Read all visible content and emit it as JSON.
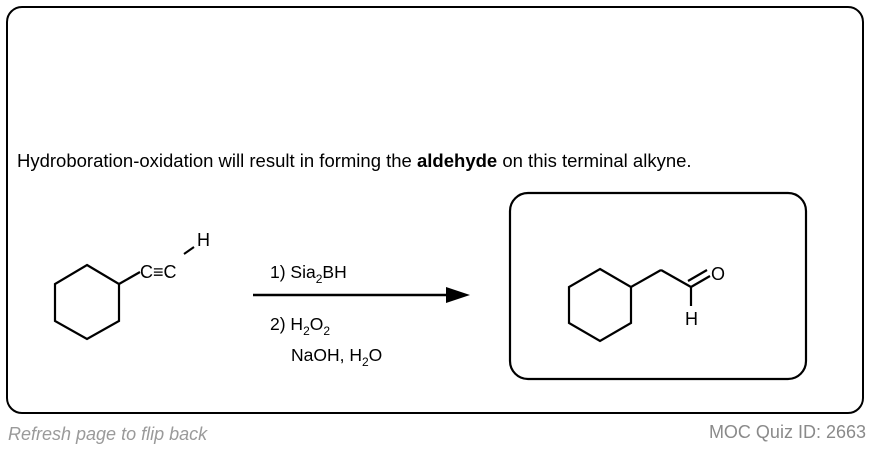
{
  "explanation": {
    "before": "Hydroboration-oxidation will result in forming the ",
    "bold": "aldehyde",
    "after": " on this terminal alkyne."
  },
  "reactant": {
    "alkyne_label": "C≡C",
    "h_label": "H"
  },
  "conditions": {
    "step1_prefix": "1) Sia",
    "step1_sub": "2",
    "step1_suffix": "BH",
    "step2_prefix": "2) H",
    "step2_sub1": "2",
    "step2_mid": "O",
    "step2_sub2": "2",
    "step3_prefix": "NaOH, H",
    "step3_sub": "2",
    "step3_suffix": "O"
  },
  "product": {
    "o_label": "O",
    "h_label": "H"
  },
  "footer": {
    "hint": "Refresh page to flip back",
    "quiz_id": "MOC Quiz ID: 2663"
  }
}
